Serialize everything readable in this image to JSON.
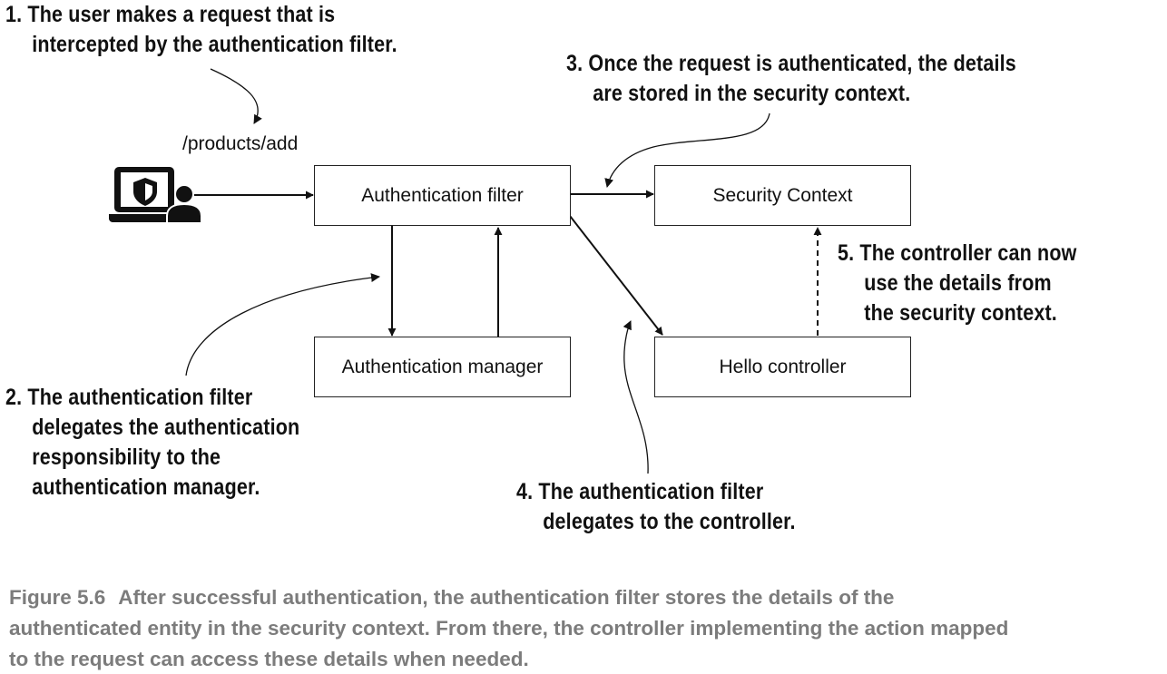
{
  "diagram": {
    "request_path": "/products/add",
    "components": {
      "authentication_filter": "Authentication filter",
      "security_context": "Security Context",
      "authentication_manager": "Authentication manager",
      "hello_controller": "Hello controller"
    },
    "notes": {
      "step1": {
        "line1": "1. The user makes a request that is",
        "line2": "intercepted by the authentication filter."
      },
      "step2": {
        "line1": "2. The authentication filter",
        "line2": "delegates the authentication",
        "line3": "responsibility to the",
        "line4": "authentication manager."
      },
      "step3": {
        "line1": "3. Once the request is authenticated, the details",
        "line2": "are stored in the security context."
      },
      "step4": {
        "line1": "4. The authentication filter",
        "line2": "delegates to the controller."
      },
      "step5": {
        "line1": "5. The controller can now",
        "line2": "use the details from",
        "line3": "the security context."
      }
    },
    "icons": {
      "user": "user-with-laptop-shield-icon"
    }
  },
  "caption": {
    "figure_label": "Figure 5.6",
    "line1_text": "After successful authentication, the authentication filter stores the details of the",
    "line2": "authenticated entity in the security context. From there, the controller implementing the action mapped",
    "line3": "to the request can access these details when needed."
  }
}
